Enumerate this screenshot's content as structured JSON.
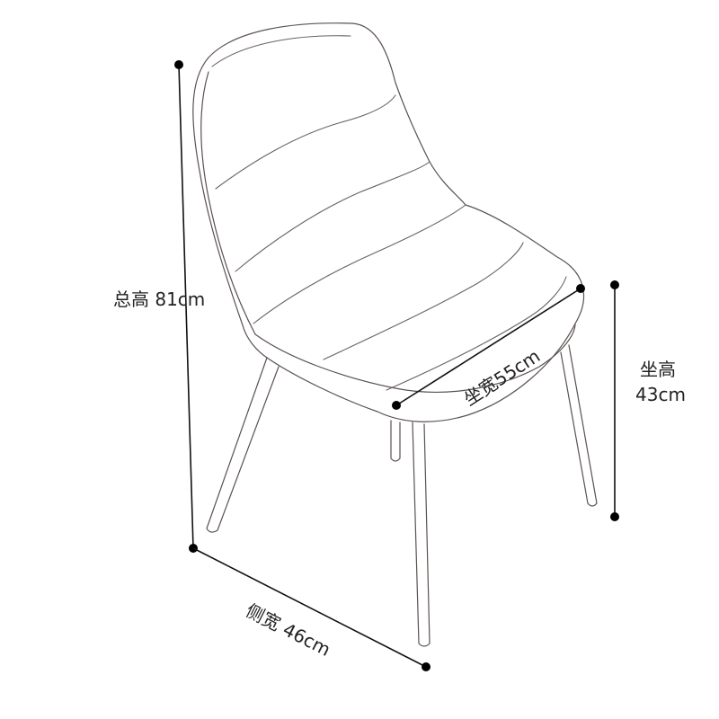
{
  "dimensions": {
    "total_height": "总高 81cm",
    "seat_width": "坐宽55cm",
    "seat_height_label": "坐高",
    "seat_height_value": "43cm",
    "side_width": "侧宽 46cm"
  }
}
